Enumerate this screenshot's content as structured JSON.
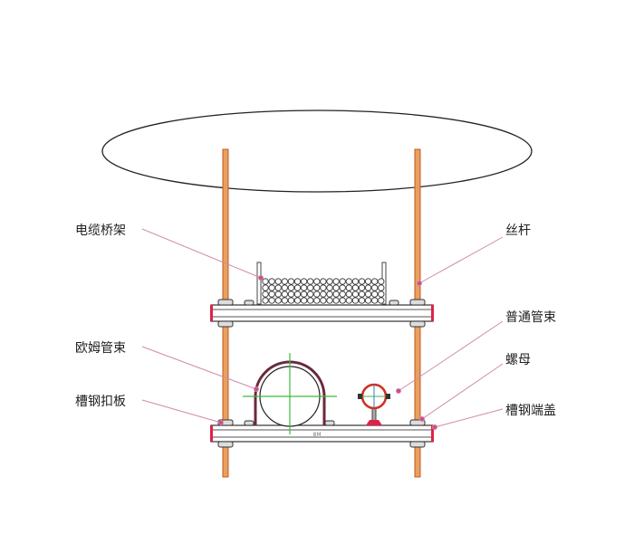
{
  "labels": {
    "cable_tray": "电缆桥架",
    "threaded_rod": "丝杆",
    "standard_clamp": "普通管束",
    "omega_clamp": "欧姆管束",
    "nut": "螺母",
    "channel_plate": "槽钢扣板",
    "channel_end_cap": "槽钢端盖"
  },
  "channel_mark": "8M",
  "colors": {
    "rod": "#e07a30",
    "leader": "#d04a8a",
    "center_line": "#3cba3c",
    "end_cap": "#e0204a"
  }
}
